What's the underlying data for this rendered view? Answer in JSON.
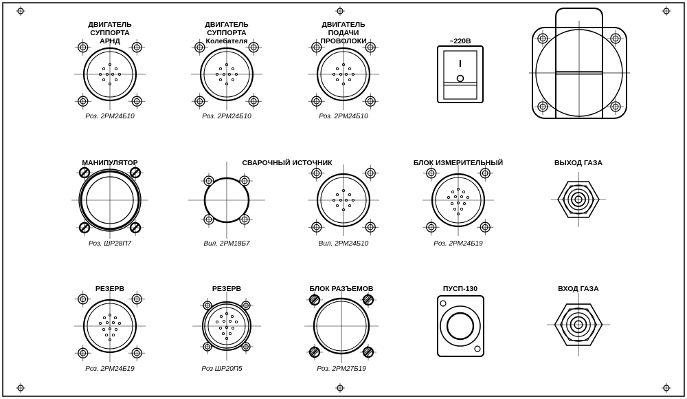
{
  "panel": {
    "connectors": [
      {
        "label": [
          "ДВИГАТЕЛЬ",
          "СУППОРТА",
          "АРНД"
        ],
        "part": "Роз. 2РМ24Б10"
      },
      {
        "label": [
          "ДВИГАТЕЛЬ",
          "СУППОРТА",
          "Колебателя"
        ],
        "part": "Роз. 2РМ24Б10"
      },
      {
        "label": [
          "ДВИГАТЕЛЬ",
          "ПОДАЧИ",
          "ПРОВОЛОКИ"
        ],
        "part": "Роз. 2РМ24Б10"
      },
      {
        "label": [
          "МАНИПУЛЯТОР"
        ],
        "part": "Роз. ШР28П7"
      },
      {
        "label": [
          "СВАРОЧНЫЙ ИСТОЧНИК"
        ],
        "part": "Вил. 2РМ18Б7"
      },
      {
        "part": "Вил. 2РМ24Б10"
      },
      {
        "label": [
          "БЛОК ИЗМЕРИТЕЛЬНЫЙ"
        ],
        "part": "Роз. 2РМ24Б19"
      },
      {
        "label": [
          "РЕЗЕРВ"
        ],
        "part": "Роз. 2РМ24Б19"
      },
      {
        "label": [
          "РЕЗЕРВ"
        ],
        "part": "Роз ШР20П5"
      },
      {
        "label": [
          "БЛОК РАЗЪЕМОВ"
        ],
        "part": "Роз. 2РМ27Б19"
      }
    ],
    "switch_label": "~220В",
    "gas_out_label": "ВЫХОД ГАЗА",
    "gas_in_label": "ВХОД ГАЗА",
    "pusp_label": "ПУСП-130"
  }
}
